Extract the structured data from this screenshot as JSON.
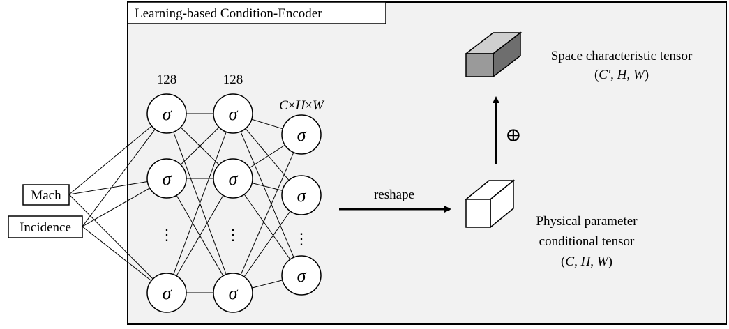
{
  "panel": {
    "title": "Learning-based Condition-Encoder"
  },
  "inputs": {
    "mach": "Mach",
    "incidence": "Incidence"
  },
  "layers": {
    "layer1": {
      "size_label": "128"
    },
    "layer2": {
      "size_label": "128"
    },
    "layer3": {
      "size_label_prefix": "C",
      "times1": "×",
      "size_label_mid": "H",
      "times2": "×",
      "size_label_suffix": "W"
    }
  },
  "neuron": {
    "symbol": "σ"
  },
  "ellipsis": "⋮",
  "reshape_label": "reshape",
  "oplus_symbol": "⊕",
  "conditional_tensor": {
    "line1": "Physical parameter",
    "line2": "conditional tensor",
    "dims": {
      "open": "(",
      "c": "C",
      "sep1": ", ",
      "h": "H",
      "sep2": ", ",
      "w": "W",
      "close": ")"
    }
  },
  "characteristic_tensor": {
    "line1": "Space characteristic tensor",
    "dims": {
      "open": "(",
      "c": "C′",
      "sep1": ", ",
      "h": "H",
      "sep2": ", ",
      "w": "W",
      "close": ")"
    }
  },
  "colors": {
    "panel_fill": "#f2f2f2",
    "stroke": "#000000",
    "cube_front": "#9a9a9a",
    "cube_top": "#cfcfcf",
    "cube_side": "#6e6e6e"
  }
}
